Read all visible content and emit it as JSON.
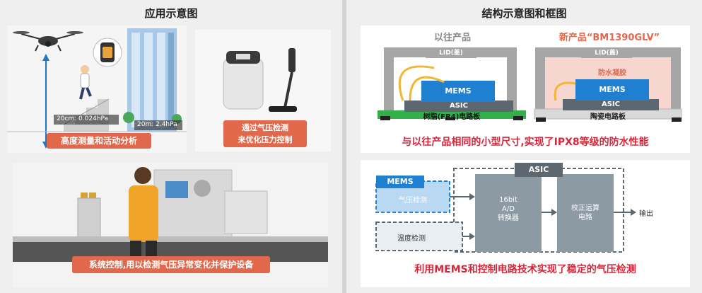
{
  "left": {
    "title": "应用示意图",
    "stairs_value": "20cm: 0.024hPa",
    "building_value": "20m: 2.4hPa",
    "pill_altitude": "高度测量和活动分析",
    "pill_pressure_line1": "通过气压检测",
    "pill_pressure_line2": "来优化压力控制",
    "pill_system": "系统控制,用以检测气压异常变化并保护设备"
  },
  "right": {
    "title": "结构示意图和框图",
    "old_product": {
      "title": "以往产品",
      "lid": "LID(盖)",
      "mems": "MEMS",
      "asic": "ASIC",
      "board": "树脂(FR4)电路板"
    },
    "new_product": {
      "title": "新产品“BM1390GLV”",
      "lid": "LID(盖)",
      "gel": "防水凝胶",
      "mems": "MEMS",
      "asic": "ASIC",
      "board": "陶瓷电路板"
    },
    "statement_top": "与以往产品相同的小型尺寸,实现了IPX8等级的防水性能",
    "block": {
      "mems": "MEMS",
      "pressure": "气压检测",
      "temperature": "温度检测",
      "asic": "ASIC",
      "adc_line1": "16bit",
      "adc_line2": "A/D",
      "adc_line3": "转换器",
      "calc_line1": "校正运算",
      "calc_line2": "电路",
      "output": "输出"
    },
    "statement_bottom": "利用MEMS和控制电路技术实现了稳定的气压检测"
  },
  "colors": {
    "accent_pill": "#e2684c",
    "mems_blue": "#1f7fd0",
    "asic_gray": "#5c6770",
    "board_green": "#33b04a",
    "board_ceramic": "#d9d9d9",
    "gel_pink": "#f6d6cf",
    "headline_red": "#d6273a",
    "wire_gold": "#f2b632"
  }
}
